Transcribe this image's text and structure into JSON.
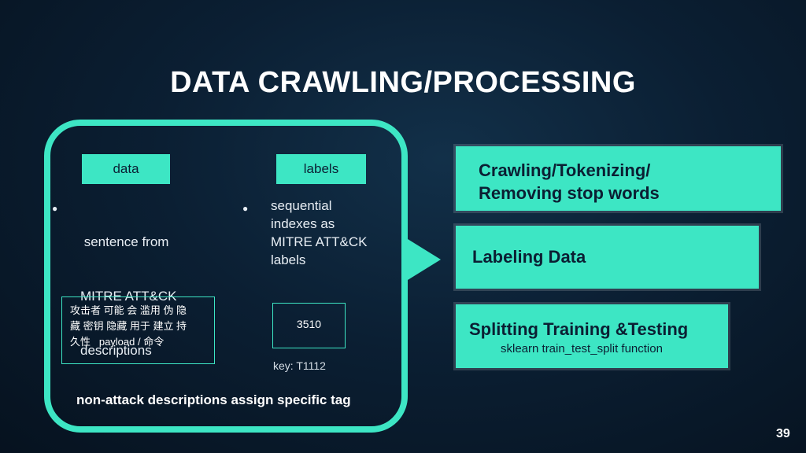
{
  "slide": {
    "title": "DATA CRAWLING/PROCESSING",
    "page_number": "39"
  },
  "left_panel": {
    "data_label": "data",
    "labels_label": "labels",
    "data_bullet_marker": "●",
    "data_bullet_line1": " sentence from",
    "data_bullet_line2": "MITRE ATT&CK",
    "data_bullet_line3": "descriptions",
    "labels_bullet_marker": "●",
    "labels_bullet_line1": "sequential",
    "labels_bullet_line2": "indexes as",
    "labels_bullet_line3": "MITRE ATT&CK",
    "labels_bullet_line4": "labels",
    "chinese_example_line1": "攻击者 可能 会 滥用 伪 隐",
    "chinese_example_line2": "藏 密钥 隐藏 用于 建立 持",
    "chinese_example_line3": "久性   payload / 命令",
    "label_example": "3510",
    "key_note": "key: T1112",
    "footnote": "non-attack descriptions assign specific tag"
  },
  "steps": [
    {
      "line1": "Crawling/Tokenizing/",
      "line2": "Removing stop words"
    },
    {
      "line1": "Labeling Data"
    },
    {
      "line1": "Splitting Training &Testing",
      "subtext": "sklearn train_test_split function"
    }
  ],
  "colors": {
    "accent": "#3de6c4",
    "background": "#0b1f33",
    "text": "#ffffff"
  }
}
